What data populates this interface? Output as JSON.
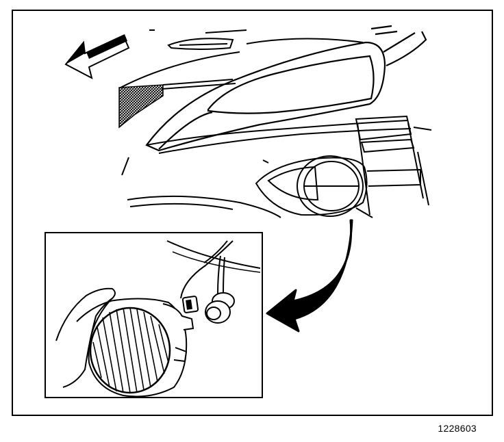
{
  "figure_id": "1228603",
  "colors": {
    "ink": "#000000",
    "paper": "#ffffff"
  },
  "elements": {
    "direction_arrow": "forward-arrow-icon",
    "vehicle": "front-fascia-drawing",
    "fog_lamp_location": "fog-lamp-assembly",
    "callout_arrow": "callout-arrow-icon",
    "detail_inset": "fog-lamp-bulb-removal-detail"
  }
}
